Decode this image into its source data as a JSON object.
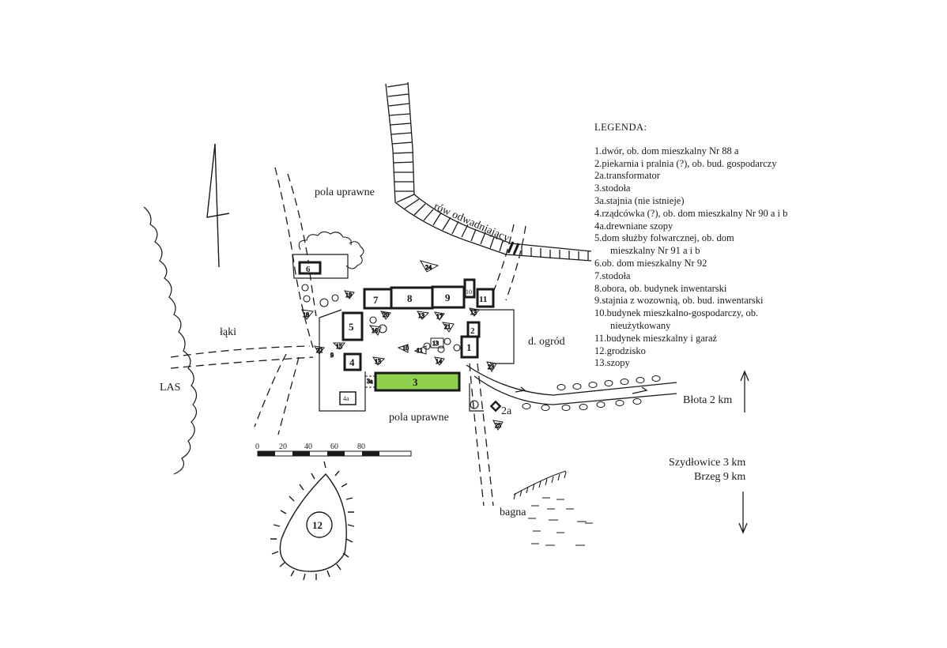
{
  "legend": {
    "title": "LEGENDA:",
    "items": [
      "1.dwór, ob. dom mieszkalny Nr 88 a",
      "2.piekarnia i pralnia (?), ob. bud. gospodarczy",
      "2a.transformator",
      "3.stodoła",
      "3a.stajnia (nie istnieje)",
      "4.rządcówka (?), ob. dom mieszkalny Nr 90 a i b",
      "4a.drewniane szopy",
      "5.dom służby folwarcznej, ob. dom",
      "mieszkalny Nr 91 a i b",
      "6.ob. dom mieszkalny Nr 92",
      "7.stodoła",
      "8.obora, ob. budynek inwentarski",
      "9.stajnia z wozownią, ob. bud. inwentarski",
      "10.budynek mieszkalno-gospodarczy, ob.",
      "nieużytkowany",
      "11.budynek mieszkalny i garaż",
      "12.grodzisko",
      "13.szopy"
    ]
  },
  "areas": {
    "pola_north": "pola uprawne",
    "pola_south": "pola uprawne",
    "laki": "łąki",
    "las": "LAS",
    "ogrod": "d. ogród",
    "bagna": "bagna",
    "row": "rów odwadniający"
  },
  "directions": {
    "blota": "Błota  2 km",
    "szydlowice": "Szydłowice  3 km",
    "brzeg": "Brzeg  9 km"
  },
  "scale": {
    "ticks": [
      "0",
      "20",
      "40",
      "60",
      "80"
    ]
  },
  "buildings": {
    "b1": "1",
    "b2": "2",
    "b2a": "2a",
    "b3": "3",
    "b4": "4",
    "b4a": "4a",
    "b5": "5",
    "b6": "6",
    "b7": "7",
    "b8": "8",
    "b9": "9",
    "b10": "10",
    "b11": "11",
    "b12": "12"
  },
  "small": {
    "s13a": "13",
    "s13b": "13",
    "s13c": "13",
    "s13d": "13",
    "s11": "11",
    "s10": "10",
    "s14": "14",
    "s15": "15",
    "s16": "16",
    "s17": "17",
    "s18": "18",
    "s19": "19",
    "s20": "20",
    "s21": "21",
    "s22": "22",
    "s23": "23",
    "s24": "24",
    "s25": "25",
    "s3a": "3a",
    "s9": "9"
  },
  "colors": {
    "ink": "#1a1a1a",
    "barn_fill": "#8fd14f",
    "paper": "#ffffff"
  }
}
